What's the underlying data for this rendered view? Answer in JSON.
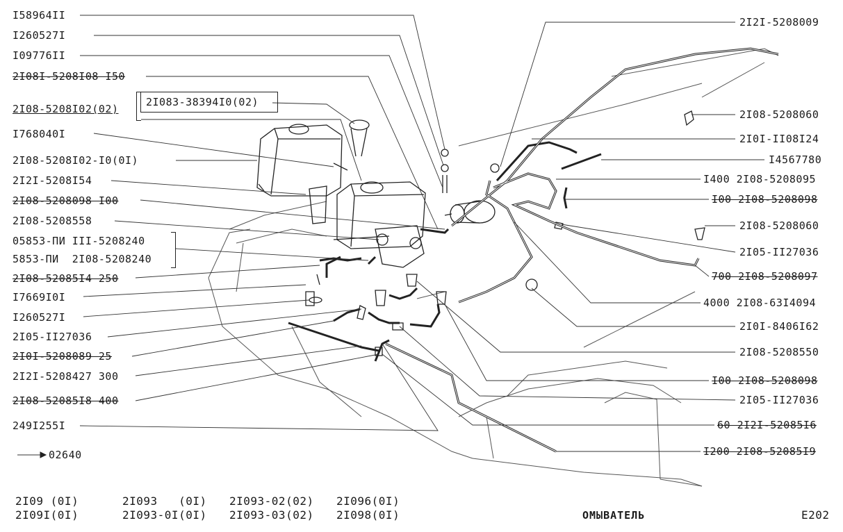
{
  "left_labels": [
    "I58964II",
    "I260527I",
    "I09776II",
    "2I08I-5208I08 I50",
    "2I08-5208I02(02)",
    "I768040I",
    "2I08-5208I02-I0(0I)",
    "2I2I-5208I54",
    "2I08-5208098 I00",
    "2I08-5208558",
    "05853-ПИ III-5208240",
    "5853-ПИ  2I08-5208240",
    "2I08-52085I4 250",
    "I7669I0I",
    "I260527I",
    "2I05-II27036",
    "2I0I-5208089 25",
    "2I2I-5208427 300",
    "2I08-52085I8 400",
    "249I255I"
  ],
  "inner_label": "2I083-38394I0(02)",
  "right_labels": [
    "2I2I-5208009",
    "2I08-5208060",
    "2I0I-II08I24",
    "I4567780",
    "I400 2I08-5208095",
    "I00 2I08-5208098",
    "2I08-5208060",
    "2I05-II27036",
    "700 2I08-5208097",
    "4000 2I08-63I4094",
    "2I0I-8406I62",
    "2I08-5208550",
    "I00 2I08-5208098",
    "2I05-II27036",
    "60 2I2I-52085I6",
    "I200 2I08-52085I9"
  ],
  "ref_code": "02640",
  "models_line1": [
    "2I09 (0I)",
    "2I093   (0I)",
    "2I093-02(02)",
    "2I096(0I)"
  ],
  "models_line2": [
    "2I09I(0I)",
    "2I093-0I(0I)",
    "2I093-03(02)",
    "2I098(0I)"
  ],
  "title": "ОМЫВАТЕЛЬ",
  "page_code": "E202",
  "colors": {
    "ink": "#1a1a1a",
    "paper": "#ffffff"
  }
}
